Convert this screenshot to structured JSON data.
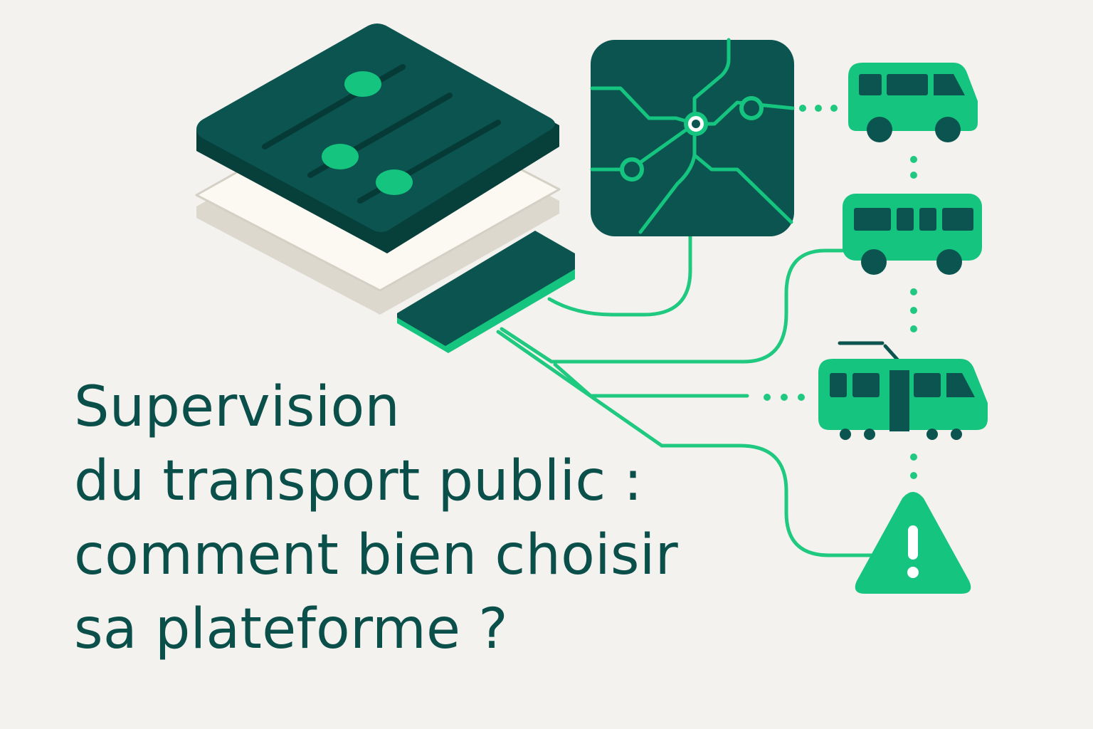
{
  "headline": {
    "lines": [
      "Supervision",
      "du transport public :",
      "comment bien choisir",
      "sa plateforme ?"
    ]
  },
  "colors": {
    "background": "#f3f2ee",
    "dark_teal": "#0b5450",
    "green": "#15c47e",
    "title_text": "#0b4f4a",
    "cream": "#fbf9f2"
  },
  "icons": [
    "control-panel-sliders-icon",
    "network-map-icon",
    "minibus-icon",
    "bus-icon",
    "tram-icon",
    "warning-icon"
  ]
}
